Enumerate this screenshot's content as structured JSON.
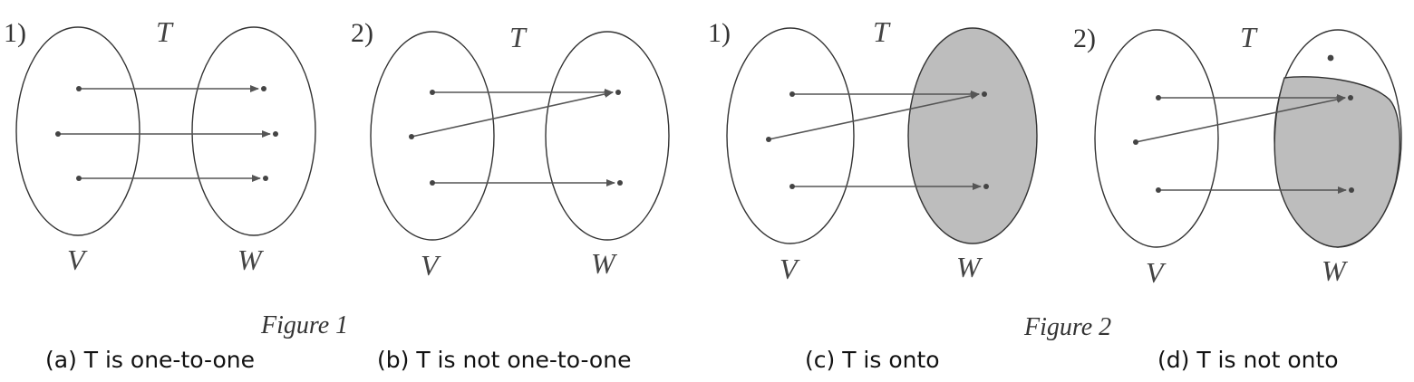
{
  "panels": [
    {
      "id": "a",
      "number": "1)",
      "map_label": "T",
      "domain_label": "V",
      "codomain_label": "W",
      "caption": "(a) T is one-to-one"
    },
    {
      "id": "b",
      "number": "2)",
      "map_label": "T",
      "domain_label": "V",
      "codomain_label": "W",
      "caption": "(b) T is not one-to-one"
    },
    {
      "id": "c",
      "number": "1)",
      "map_label": "T",
      "domain_label": "V",
      "codomain_label": "W",
      "caption": "(c) T is onto"
    },
    {
      "id": "d",
      "number": "2)",
      "map_label": "T",
      "domain_label": "V",
      "codomain_label": "W",
      "caption": "(d) T is not onto"
    }
  ],
  "figures": [
    {
      "label": "Figure 1"
    },
    {
      "label": "Figure 2"
    }
  ],
  "colors": {
    "shade": "#bdbdbd",
    "stroke": "#333333"
  }
}
